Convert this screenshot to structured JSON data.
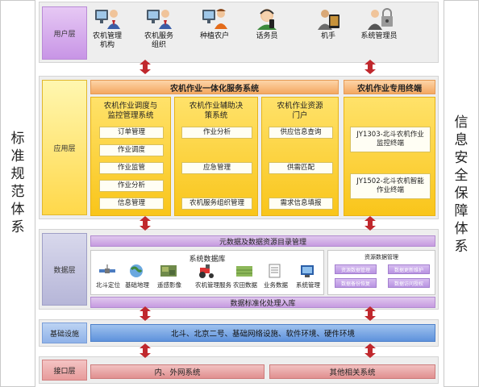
{
  "side": {
    "left_title": "标准规范体系",
    "right_title": "信息安全保障体系"
  },
  "user_layer": {
    "label": "用户层",
    "users": [
      {
        "label": "农机管理\n机构",
        "icon": "person-computer-icon"
      },
      {
        "label": "农机服务\n组织",
        "icon": "person-computer-icon"
      },
      {
        "label": "种植农户",
        "icon": "farmer-computer-icon"
      },
      {
        "label": "话务员",
        "icon": "operator-phone-icon"
      },
      {
        "label": "机手",
        "icon": "driver-tablet-icon"
      },
      {
        "label": "系统管理员",
        "icon": "admin-lock-icon"
      }
    ]
  },
  "app_layer": {
    "label": "应用层",
    "integrated_system": "农机作业一体化服务系统",
    "terminal_title": "农机作业专用终端",
    "panels": [
      {
        "title": "农机作业调度与\n监控管理系统",
        "items": [
          "订单管理",
          "作业调度",
          "作业监管",
          "作业分析",
          "信息管理"
        ]
      },
      {
        "title": "农机作业辅助决\n策系统",
        "items": [
          "作业分析",
          "应急管理",
          "农机服务组织管理"
        ]
      },
      {
        "title": "农机作业资源\n门户",
        "items": [
          "供应信息查询",
          "供需匹配",
          "需求信息填报"
        ]
      }
    ],
    "terminals": [
      "JY1303-北斗农机作业\n监控终端",
      "JY1502-北斗农机智能\n作业终端"
    ]
  },
  "data_layer": {
    "label": "数据层",
    "metadata_bar": "元数据及数据资源目录管理",
    "db_title": "系统数据库",
    "db_items": [
      {
        "label": "北斗定位",
        "icon": "satellite-icon"
      },
      {
        "label": "基础地理",
        "icon": "globe-icon"
      },
      {
        "label": "遥感影像",
        "icon": "remote-image-icon"
      },
      {
        "label": "农机管理服务",
        "icon": "tractor-icon"
      },
      {
        "label": "农田数据",
        "icon": "farmland-icon"
      },
      {
        "label": "业务数据",
        "icon": "document-icon"
      },
      {
        "label": "系统管理",
        "icon": "settings-icon"
      }
    ],
    "mgmt_title": "资源数据管理",
    "mgmt_items": [
      "资源数据管理",
      "数据更新维护",
      "数据备份恢复",
      "数据访问授权"
    ],
    "std_bar": "数据标准化处理入库"
  },
  "infra_layer": {
    "label": "基础设施",
    "bar": "北斗、北京二号、基础网络设施、软件环境、硬件环境"
  },
  "interface_layer": {
    "label": "接口层",
    "left": "内、外网系统",
    "right": "其他相关系统"
  },
  "colors": {
    "user_label": "#c895e6",
    "app_yellow": "#f9c51a",
    "orange_bar": "#f4a861",
    "infra_blue": "#5e92dc",
    "interface_red": "#e08f8f",
    "arrow_red": "#c0282d"
  }
}
